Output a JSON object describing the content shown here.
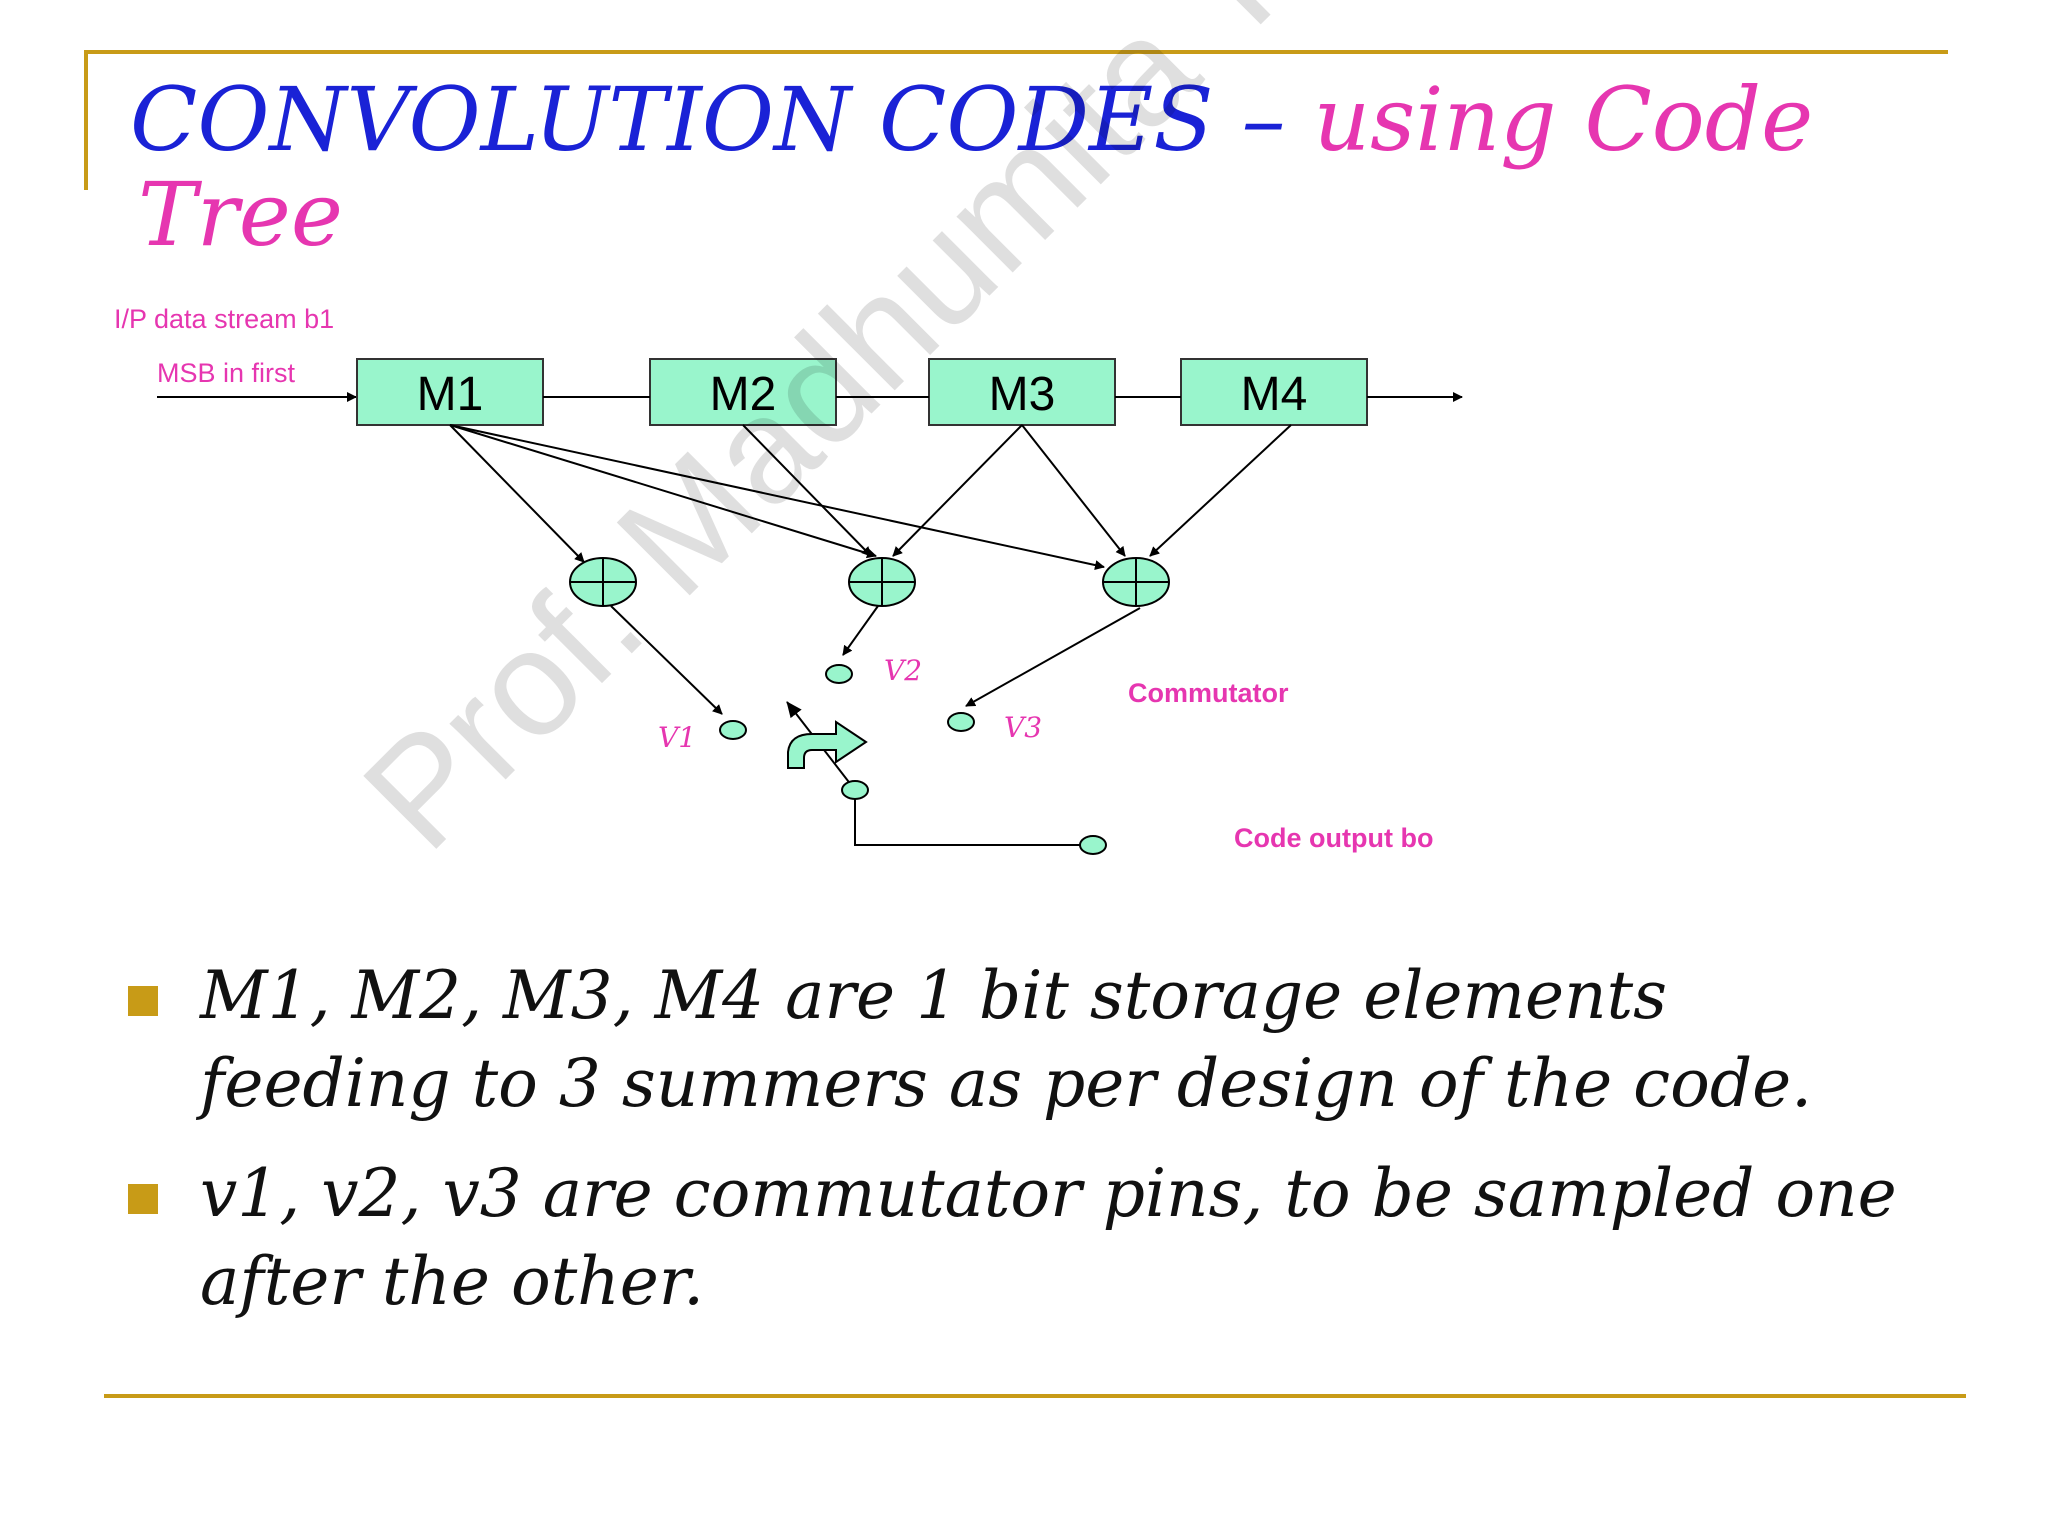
{
  "slide": {
    "title_part1": "CONVOLUTION CODES – ",
    "title_part2": "using Code",
    "title_part3": "Tree"
  },
  "diagram": {
    "input_label": "I/P data stream b1",
    "input_sublabel": "MSB in first",
    "registers": [
      "M1",
      "M2",
      "M3",
      "M4"
    ],
    "pins": [
      "V1",
      "V2",
      "V3"
    ],
    "commutator_label": "Commutator",
    "output_label": "Code output bo",
    "colors": {
      "box_fill": "#99f5cc",
      "label_pink": "#e636b0",
      "line": "#000000"
    }
  },
  "bullets": [
    "M1, M2, M3, M4 are 1 bit storage elements feeding to 3 summers as per design of the code.",
    "v1, v2, v3 are commutator pins, to be sampled one after the other."
  ],
  "watermark": "Prof. Madhumita Tamhane",
  "colors": {
    "title_blue": "#1a22d6",
    "title_pink": "#e636b0",
    "rule_gold": "#c89b17"
  }
}
